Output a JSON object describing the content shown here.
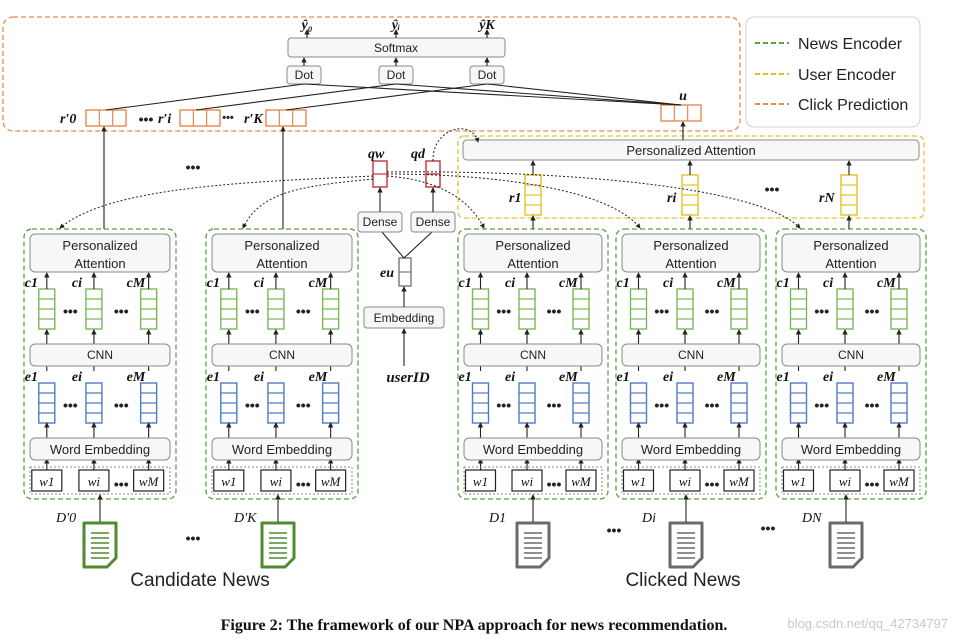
{
  "colors": {
    "news_encoder": "#5aa33a",
    "user_encoder": "#e6c228",
    "click_prediction": "#e8894f",
    "embedding_blue": "#4f7bc4",
    "context_green": "#7ab85a",
    "query_red": "#c0303a",
    "candidate_doc": "#4f8a2f",
    "clicked_doc": "#6a6a6a"
  },
  "legend": {
    "news_encoder": "News Encoder",
    "user_encoder": "User Encoder",
    "click_prediction": "Click Prediction"
  },
  "prediction": {
    "softmax": "Softmax",
    "dot": "Dot",
    "outputs": [
      "ŷ₀",
      "ŷᵢ",
      "ŷK"
    ],
    "candidate_reprs": [
      "r′0",
      "r′i",
      "r′K"
    ],
    "user_vector": "u"
  },
  "user_encoder": {
    "personalized_attention": "Personalized Attention",
    "clicked_reprs": [
      "r1",
      "ri",
      "rN"
    ]
  },
  "user_embedding": {
    "query_word": "qw",
    "query_doc": "qd",
    "dense": "Dense",
    "embedding_vector": "eu",
    "embedding": "Embedding",
    "user_id": "userID"
  },
  "news_encoder": {
    "personalized_attention": [
      "Personalized",
      "Attention"
    ],
    "context": [
      "c1",
      "ci",
      "cM"
    ],
    "cnn": "CNN",
    "embeddings": [
      "e1",
      "ei",
      "eM"
    ],
    "word_embedding": "Word Embedding",
    "words": [
      "w1",
      "wi",
      "wM"
    ]
  },
  "documents": {
    "candidate": [
      "D′0",
      "D′K"
    ],
    "clicked": [
      "D1",
      "Di",
      "DN"
    ]
  },
  "ellipsis": "•••",
  "groups": {
    "candidate_news": "Candidate News",
    "clicked_news": "Clicked News"
  },
  "caption": "Figure 2: The framework of our NPA approach for news recommendation.",
  "watermark": "blog.csdn.net/qq_42734797"
}
